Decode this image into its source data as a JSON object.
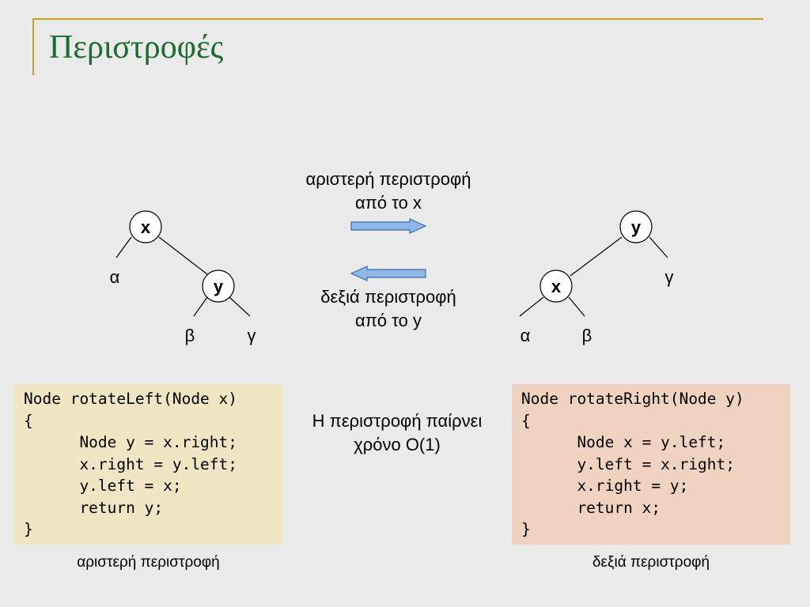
{
  "slide": {
    "title": "Περιστροφές"
  },
  "diagram": {
    "left_tree": {
      "root": "x",
      "child": "y",
      "leaves": [
        "α",
        "β",
        "γ"
      ]
    },
    "right_tree": {
      "root": "y",
      "child": "x",
      "leaves": [
        "α",
        "β",
        "γ"
      ]
    },
    "arrow_right_label_1": "αριστερή περιστροφή",
    "arrow_right_label_2": "από το x",
    "arrow_left_label_1": "δεξιά περιστροφή",
    "arrow_left_label_2": "από το y",
    "arrow_color": "#8fb8e8"
  },
  "code": {
    "left": "Node rotateLeft(Node x)\n{\n      Node y = x.right;\n      x.right = y.left;\n      y.left = x;\n      return y;\n}",
    "right": "Node rotateRight(Node y)\n{\n      Node x = y.left;\n      y.left = x.right;\n      x.right = y;\n      return x;\n}"
  },
  "complexity": {
    "line_1": "Η περιστροφή παίρνει",
    "line_2": "χρόνο O(1)"
  },
  "captions": {
    "left": "αριστερή περιστροφή",
    "right": "δεξιά περιστροφή"
  },
  "colors": {
    "title": "#1c6b2f",
    "accent_rule": "#c9a31e",
    "left_code_bg": "#f0e6c4",
    "right_code_bg": "#f0d2c0"
  }
}
